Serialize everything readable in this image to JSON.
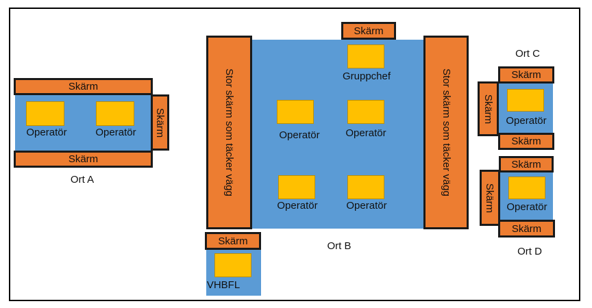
{
  "labels": {
    "screen": "Skärm",
    "wall_screen": "Stor skärm som täcker vägg",
    "operator": "Operatör",
    "group_chief": "Gruppchef",
    "vhbfl": "VHBFL"
  },
  "locations": {
    "a": "Ort A",
    "b": "Ort B",
    "c": "Ort C",
    "d": "Ort D"
  },
  "colors": {
    "room": "#5b9bd5",
    "screen": "#ed7d31",
    "desk": "#ffc000"
  }
}
